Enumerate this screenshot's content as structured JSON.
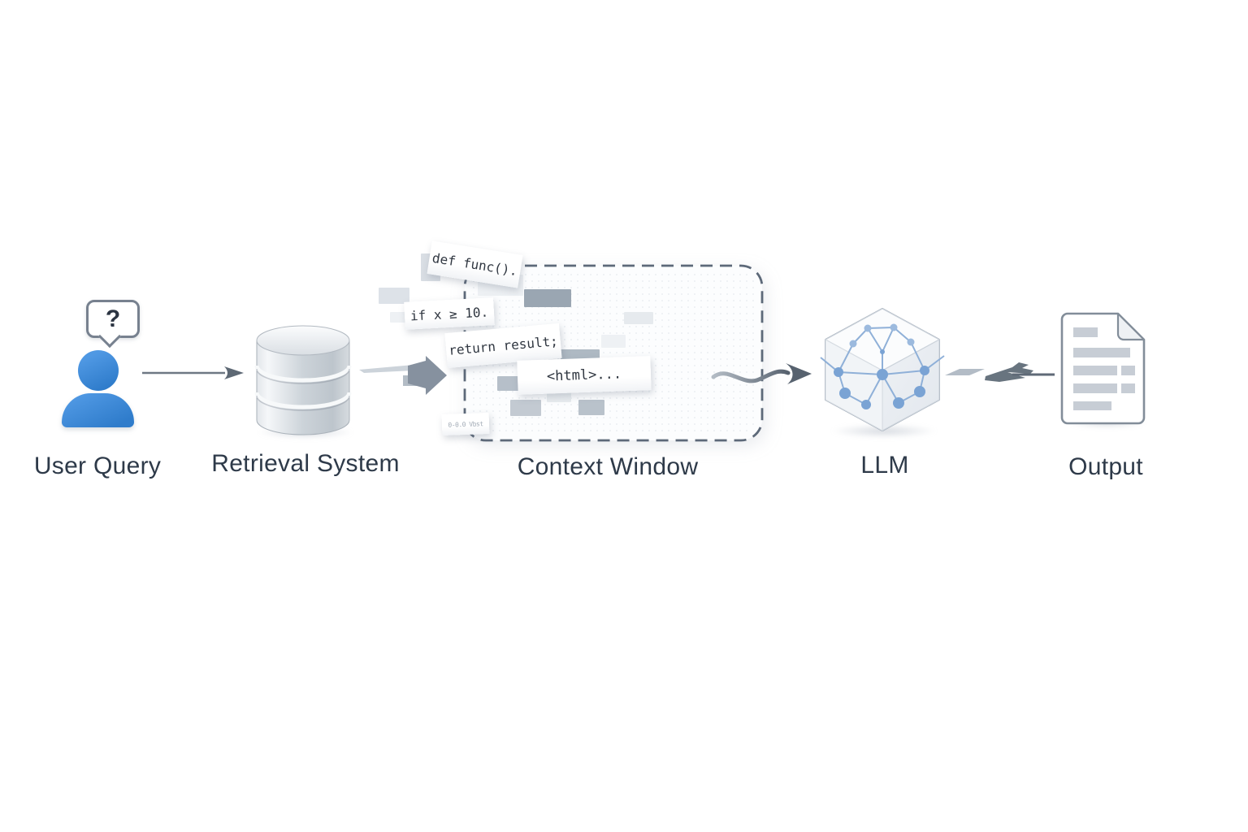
{
  "diagram": {
    "kind": "flow-diagram",
    "background": "#ffffff"
  },
  "nodes": {
    "user_query": {
      "label": "User Query",
      "bubble_glyph": "?"
    },
    "retrieval_system": {
      "label": "Retrieval System"
    },
    "context_window": {
      "label": "Context Window",
      "snippets": [
        {
          "text": "def func()."
        },
        {
          "text": "if x ≥ 10."
        },
        {
          "text": "return result;"
        },
        {
          "text": "<html>..."
        },
        {
          "text": "0-0.0 Vbst"
        }
      ]
    },
    "llm": {
      "label": "LLM"
    },
    "output": {
      "label": "Output"
    }
  },
  "icons": [
    "question-bubble-icon",
    "person-icon",
    "database-icon",
    "flow-arrow-icon",
    "chunk-arrow-icon",
    "token-block",
    "wavy-arrow-icon",
    "llm-cube-icon",
    "network-graph-icon",
    "output-arrow-icon",
    "document-icon"
  ],
  "colors": {
    "label_text": "#2e3a49",
    "person_blue": "#3b87d8",
    "network_blue": "#7ba3d3",
    "arrow_gray": "#6e7884",
    "dark_arrow_gray": "#86919f",
    "dashed_border": "#5d6979",
    "token_dark": "#9aa6b2",
    "token_mid": "#b6bfc9",
    "token_light": "#e6eaee",
    "doc_bar": "#c7cdd5"
  }
}
